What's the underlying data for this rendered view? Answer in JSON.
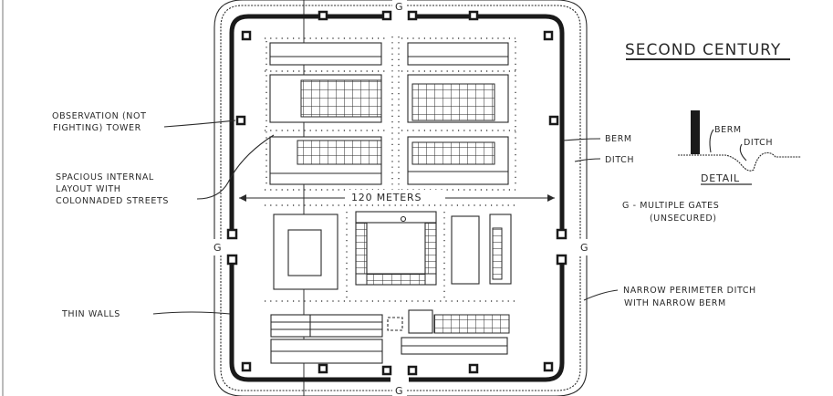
{
  "title": "SECOND CENTURY",
  "labels": {
    "tower_1": "OBSERVATION (NOT",
    "tower_2": "FIGHTING) TOWER",
    "layout_1": "SPACIOUS INTERNAL",
    "layout_2": "LAYOUT WITH",
    "layout_3": "COLONNADED STREETS",
    "thin_walls": "THIN WALLS",
    "berm": "BERM",
    "ditch": "DITCH",
    "gates_1": "G - MULTIPLE GATES",
    "gates_2": "(UNSECURED)",
    "perimeter_1": "NARROW PERIMETER DITCH",
    "perimeter_2": "WITH NARROW BERM",
    "dimension": "120 METERS",
    "gate_marker": "G"
  },
  "detail": {
    "berm": "BERM",
    "ditch": "DITCH",
    "caption": "DETAIL"
  }
}
